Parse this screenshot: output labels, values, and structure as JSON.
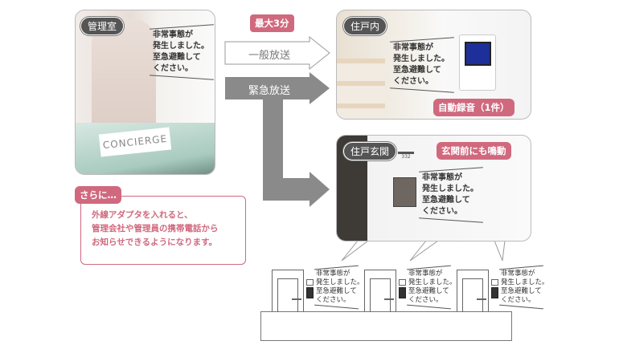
{
  "office_panel": {
    "label": "管理室",
    "message": "非常事態が\n発生しました。\n至急避難して\nください。",
    "sign": "CONCIERGE"
  },
  "max_time_badge": "最大3分",
  "arrows": {
    "general": "一般放送",
    "emergency": "緊急放送"
  },
  "unit_panel": {
    "label": "住戸内",
    "message": "非常事態が\n発生しました。\n至急避難して\nください。",
    "badge": "自動録音（1件）"
  },
  "entrance_panel": {
    "label": "住戸玄関",
    "message": "非常事態が\n発生しました。\n至急避難して\nください。",
    "badge": "玄関前にも鳴動",
    "room_number": "332"
  },
  "note": {
    "badge": "さらに…",
    "text": "外線アダプタを入れると、\n管理会社や管理員の携帯電話から\nお知らせできるようになります。"
  },
  "corridor": {
    "messages": [
      "非常事態が\n発生しました。\n至急避難して\nください。",
      "非常事態が\n発生しました。\n至急避難して\nください。",
      "非常事態が\n発生しました。\n至急避難して\nください。"
    ]
  },
  "colors": {
    "accent": "#d0697e",
    "arrow_gray": "#8a8a8a"
  }
}
